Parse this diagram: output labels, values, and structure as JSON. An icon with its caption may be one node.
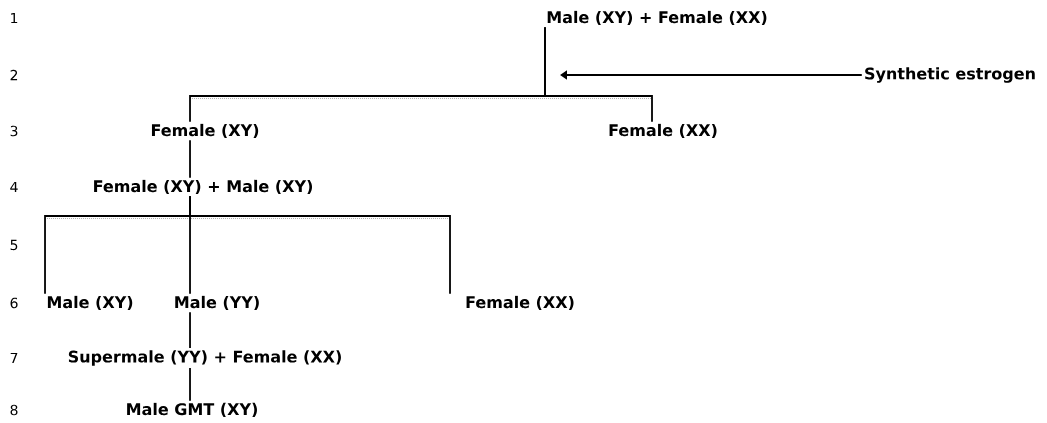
{
  "diagram": {
    "nodes": [
      {
        "text": [
          "Male (XY) + Female (XX)"
        ]
      },
      {
        "text": [
          "Female (XY)"
        ]
      },
      {
        "text": [
          "Female (XX)"
        ]
      },
      {
        "text": [
          "Synthetic estrogen"
        ]
      },
      {
        "text": [
          "Female (XY) + Male (XY)"
        ]
      },
      {
        "text": [
          "Male (XY)"
        ]
      },
      {
        "text": [
          "Male (YY)"
        ]
      },
      {
        "text": [
          "Female (XX)"
        ]
      },
      {
        "text": [
          "Supermale (YY) + Female (XX)"
        ]
      },
      {
        "text": [
          "Male GMT (XY)"
        ]
      }
    ],
    "edges": [
      {
        "from": 0,
        "to": 1,
        "arrow": "none"
      },
      {
        "from": 0,
        "to": 2,
        "arrow": "none"
      },
      {
        "from": 3,
        "to": null,
        "arrow": "to"
      },
      {
        "from": 1,
        "to": 4,
        "arrow": "none"
      },
      {
        "from": 4,
        "to": 5,
        "arrow": "none"
      },
      {
        "from": 4,
        "to": 6,
        "arrow": "none"
      },
      {
        "from": 4,
        "to": 7,
        "arrow": "none"
      },
      {
        "from": 6,
        "to": 8,
        "arrow": "none"
      },
      {
        "from": 8,
        "to": 9,
        "arrow": "none"
      }
    ],
    "labels": [
      "1",
      "2",
      "3",
      "4",
      "5",
      "6",
      "7",
      "8"
    ]
  }
}
